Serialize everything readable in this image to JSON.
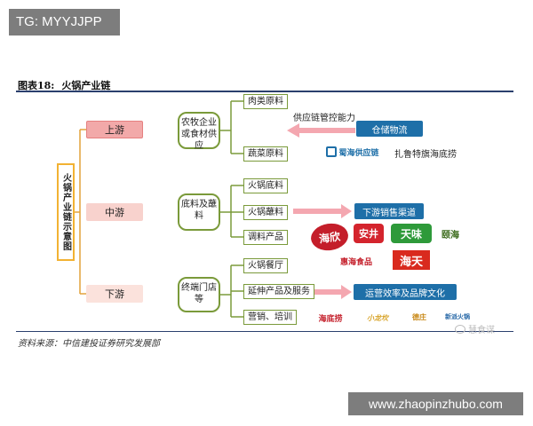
{
  "watermark_top": "TG: MYYJJPP",
  "watermark_bottom": "www.zhaopinzhubo.com",
  "figure": {
    "label": "图表18:",
    "title": "火锅产业链"
  },
  "side_title": "火锅产业链示意图",
  "stages": [
    "上游",
    "中游",
    "下游"
  ],
  "categories": [
    "农牧企业或食材供应",
    "底料及蘸料",
    "终端门店等"
  ],
  "upstream_items": [
    "肉类原料",
    "蔬菜原料"
  ],
  "midstream_items": [
    "火锅底料",
    "火锅蘸料",
    "调料产品"
  ],
  "downstream_items": [
    "火锅餐厅",
    "延伸产品及服务",
    "营销、培训"
  ],
  "supply_chain_label": "供应链管控能力",
  "blue_boxes": [
    "仓储物流",
    "下游销售渠道",
    "运营效率及品牌文化"
  ],
  "upstream_brand_text": "扎鲁特旗海底捞",
  "logos": {
    "shuhai": "蜀海供应链",
    "haichi": "海欣",
    "anjing": "安井",
    "tianwei": "天味",
    "yihai": "颐海",
    "huiyi": "惠海食品",
    "haitian": "海天",
    "haidilao": "海底捞",
    "xiaolongkan": "小龙坎",
    "dezhuang": "德庄",
    "bottom4": "新派火锅"
  },
  "wechat": "慧食谋",
  "source": "资料来源：中信建投证券研究发展部",
  "colors": {
    "blue": "#1e6fa8",
    "green_border": "#7a9a3a",
    "pink_arrow": "#f4a7b0",
    "rule": "#2a3f6d"
  }
}
